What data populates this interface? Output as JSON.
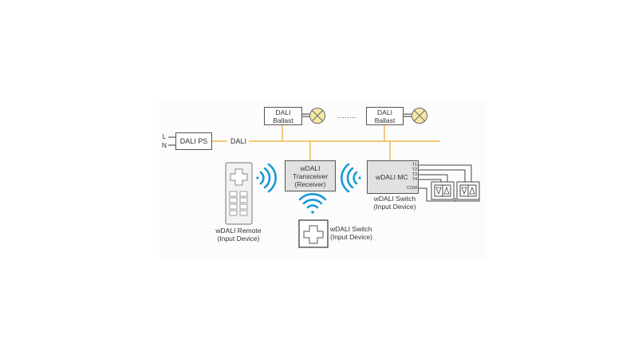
{
  "line_labels": {
    "l": "L",
    "n": "N"
  },
  "power_supply": {
    "label": "DALI PS"
  },
  "bus_label": "DALI",
  "ballast_1": {
    "line1": "DALI",
    "line2": "Ballast"
  },
  "ballast_2": {
    "line1": "DALI",
    "line2": "Ballast"
  },
  "ellipsis": "........",
  "transceiver": {
    "line1": "wDALI",
    "line2": "Transceiver",
    "line3": "(Receiver)"
  },
  "module": {
    "label": "wDALI MC",
    "terminals": [
      "T1",
      "T2",
      "T3",
      "T4",
      "COM"
    ]
  },
  "remote": {
    "line1": "wDALI Remote",
    "line2": "(Input Device)"
  },
  "switch_bottom": {
    "line1": "wDALI Switch",
    "line2": "(Input Device)"
  },
  "switch_right": {
    "line1": "wDALI Switch",
    "line2": "(Input Device)"
  },
  "colors": {
    "bus": "#f0a830",
    "wifi": "#1a9ad6",
    "box_grey": "#e1e1e1",
    "outline": "#555555"
  }
}
